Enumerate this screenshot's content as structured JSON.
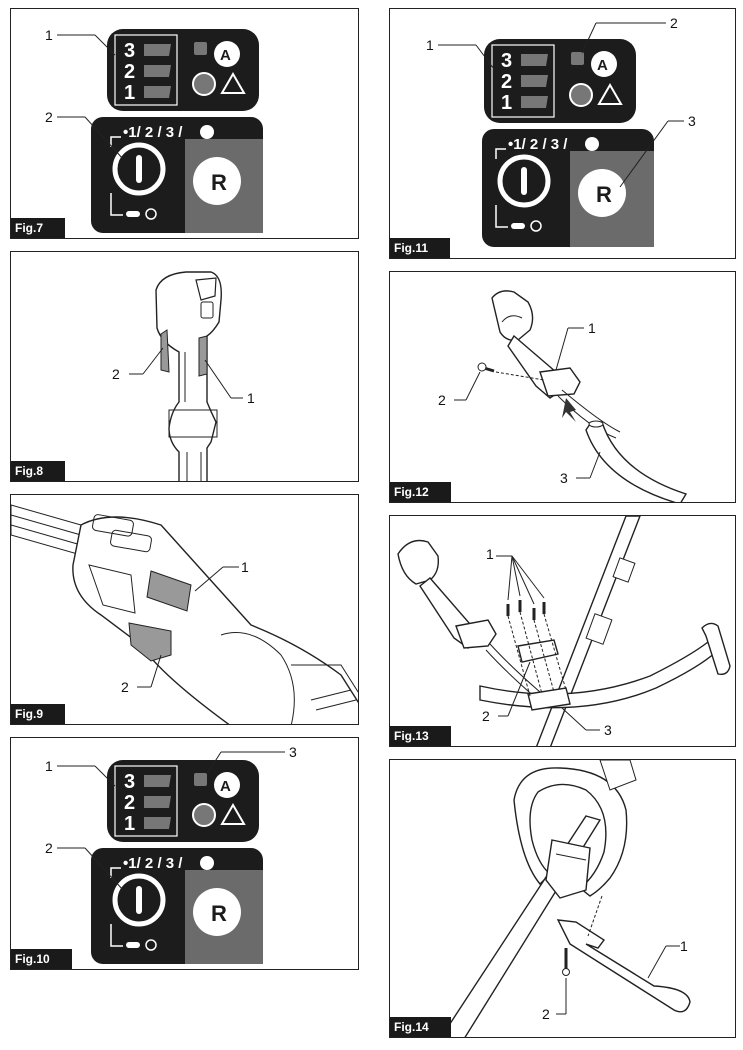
{
  "figures": {
    "fig7": {
      "label": "Fig.7",
      "callouts": [
        "1",
        "2"
      ]
    },
    "fig8": {
      "label": "Fig.8",
      "callouts": [
        "2",
        "1"
      ]
    },
    "fig9": {
      "label": "Fig.9",
      "callouts": [
        "1",
        "2"
      ]
    },
    "fig10": {
      "label": "Fig.10",
      "callouts": [
        "1",
        "2",
        "3"
      ]
    },
    "fig11": {
      "label": "Fig.11",
      "callouts": [
        "1",
        "2",
        "3"
      ]
    },
    "fig12": {
      "label": "Fig.12",
      "callouts": [
        "1",
        "2",
        "3"
      ]
    },
    "fig13": {
      "label": "Fig.13",
      "callouts": [
        "1",
        "2",
        "3"
      ]
    },
    "fig14": {
      "label": "Fig.14",
      "callouts": [
        "1",
        "2"
      ]
    }
  },
  "panel": {
    "levels": [
      "3",
      "2",
      "1"
    ],
    "mode_line_dot": "•",
    "mode_1": "1",
    "mode_2": "2",
    "mode_3": "3",
    "mode_sep": "/",
    "auto_letter": "A",
    "reverse_letter": "R"
  },
  "colors": {
    "panel": "#1c1c1c",
    "grey": "#6b6b6b",
    "white": "#ffffff"
  }
}
